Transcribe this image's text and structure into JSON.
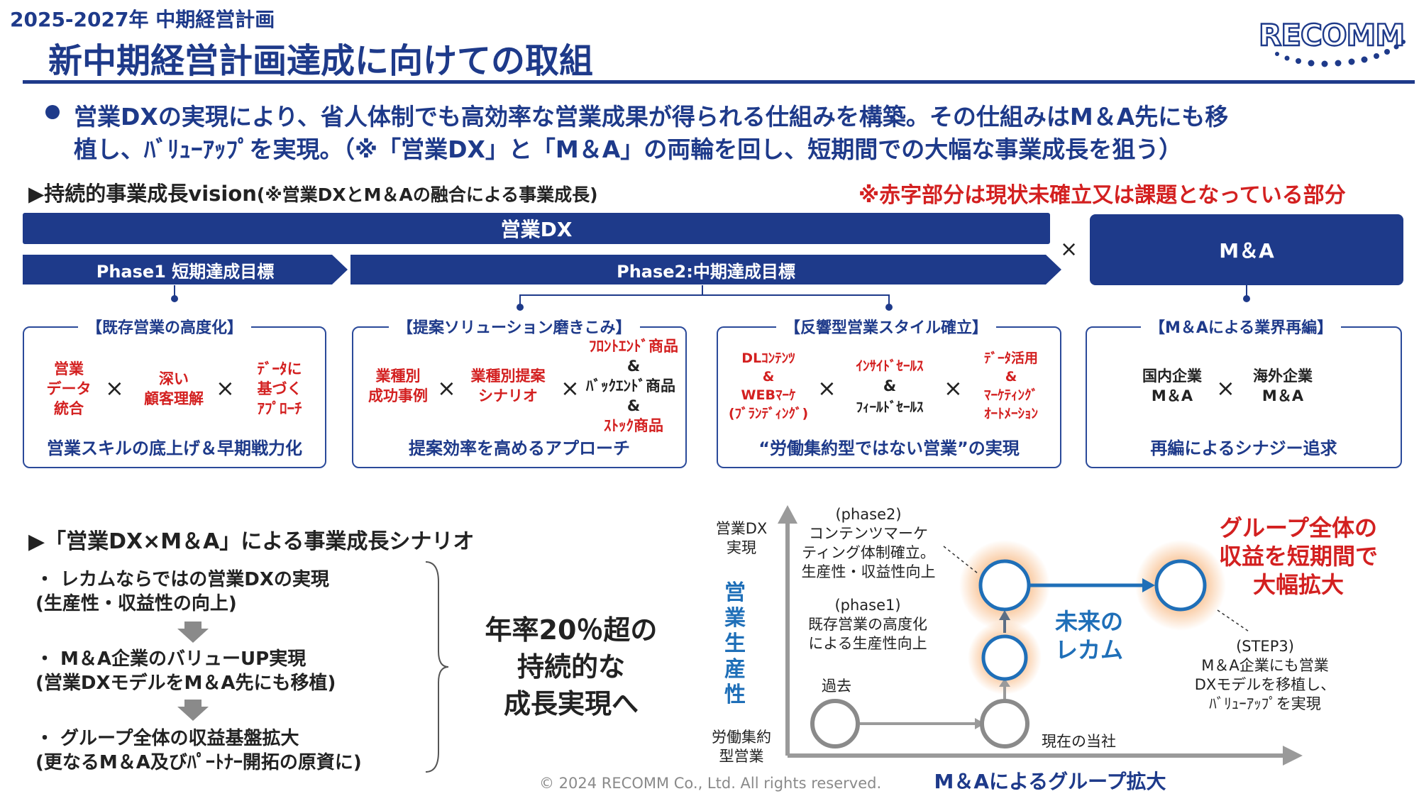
{
  "header": {
    "supertitle": "2025-2027年 中期経営計画",
    "title": "新中期経営計画達成に向けての取組",
    "logo_text": "RECOMM"
  },
  "intro": {
    "line1": "営業DXの実現により、省人体制でも高効率な営業成果が得られる仕組みを構築。その仕組みはM＆A先にも移",
    "line2": "植し、ﾊﾞﾘｭｰｱｯﾌﾟを実現。（※「営業DX」と「M＆A」の両輪を回し、短期間での大幅な事業成長を狙う）"
  },
  "vision": {
    "heading": "▶持続的事業成長vision",
    "heading_note": "(※営業DXとM＆Aの融合による事業成長)",
    "red_note": "※赤字部分は現状未確立又は課題となっている部分",
    "dx_bar": "営業DX",
    "ma_bar": "M＆A",
    "times": "×",
    "phase1": "Phase1 短期達成目標",
    "phase2": "Phase2:中期達成目標"
  },
  "boxes": [
    {
      "title": "【既存営業の高度化】",
      "items": [
        "営業\nデータ\n統合",
        "深い\n顧客理解",
        "ﾃﾞｰﾀに\n基づく\nｱﾌﾟﾛｰﾁ"
      ],
      "footer": "営業スキルの底上げ＆早期戦力化"
    },
    {
      "title": "【提案ソリューション磨きこみ】",
      "items": [
        "業種別\n成功事例",
        "業種別提案\nシナリオ"
      ],
      "product_a": "ﾌﾛﾝﾄｴﾝﾄﾞ商品",
      "amp": "&",
      "product_b_prefix": "ﾊﾞｯｸｴﾝﾄﾞ",
      "product_b_suffix": "商品",
      "product_c": "ｽﾄｯｸ商品",
      "footer": "提案効率を高めるアプローチ"
    },
    {
      "title": "【反響型営業スタイル確立】",
      "items": [
        "DLｺﾝﾃﾝﾂ\n&\nWEBﾏｰｹ\n(ﾌﾞﾗﾝﾃﾞｨﾝｸﾞ)",
        "ｲﾝｻｲﾄﾞｾｰﾙｽ",
        "ﾃﾞｰﾀ活用\n&\nﾏｰｹﾃｨﾝｸﾞ\nｵｰﾄﾒｰｼｮﾝ"
      ],
      "fieldsales": "ﾌｨｰﾙﾄﾞｾｰﾙｽ",
      "footer": "“労働集約型ではない営業”の実現"
    },
    {
      "title": "【M＆Aによる業界再編】",
      "items": [
        "国内企業\nM＆A",
        "海外企業\nM＆A"
      ],
      "footer": "再編によるシナジー追求"
    }
  ],
  "scenario": {
    "heading": "▶「営業DX×M＆A」による事業成長シナリオ",
    "steps": [
      {
        "main": "・ レカムならではの営業DXの実現",
        "sub": "(生産性・収益性の向上)"
      },
      {
        "main": "・ M＆A企業のバリューUP実現",
        "sub": "(営業DXモデルをM＆A先にも移植)"
      },
      {
        "main": "・ グループ全体の収益基盤拡大",
        "sub": "(更なるM＆A及びﾊﾟｰﾄﾅｰ開拓の原資に)"
      }
    ],
    "result": "年率20％超の\n持続的な\n成長実現へ"
  },
  "graph": {
    "y_axis_label": "営業生産性",
    "y_top": "営業DX\n実現",
    "y_bottom": "労働集約\n型営業",
    "x_axis_label": "M＆Aによるグループ拡大",
    "past": "過去",
    "current": "現在の当社",
    "phase1_note": "(phase1)\n既存営業の高度化\nによる生産性向上",
    "phase2_note": "(phase2)\nコンテンツマーケ\nティング体制確立。\n生産性・収益性向上",
    "future": "未来の\nレカム",
    "goal": "グループ全体の\n収益を短期間で\n大幅拡大",
    "step3": "(STEP3)\nM＆A企業にも営業\nDXモデルを移植し、\nﾊﾞﾘｭｰｱｯﾌﾟを実現"
  },
  "footer": {
    "copyright": "© 2024 RECOMM Co., Ltd. All rights reserved."
  },
  "colors": {
    "navy": "#1e3a8a",
    "red": "#d32020",
    "future_blue": "#1f6fb8",
    "glow": "#f5a25a"
  }
}
